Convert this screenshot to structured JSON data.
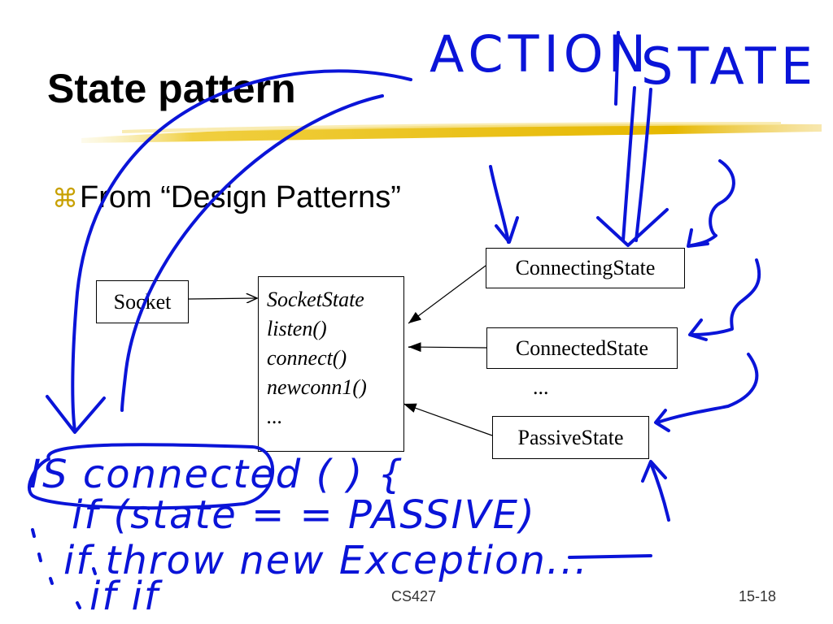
{
  "slide": {
    "title": "State pattern",
    "bullet": {
      "glyph": "⌘",
      "text": "From “Design Patterns”"
    }
  },
  "diagram": {
    "socket": "Socket",
    "socket_state": {
      "name": "SocketState",
      "methods": [
        "listen()",
        "connect()",
        "newconn1()",
        "..."
      ]
    },
    "connecting_state": "ConnectingState",
    "connected_state": "ConnectedState",
    "ellipsis": "...",
    "passive_state": "PassiveState"
  },
  "annotations": {
    "action": "ACTION",
    "state": "STATE",
    "code_line1": "IS connected ( ) {",
    "code_line2": "if (state = = PASSIVE)",
    "code_line3": "if throw new Exception...",
    "code_line4": "if if"
  },
  "footer": {
    "course": "CS427",
    "page": "15-18"
  },
  "colors": {
    "ink": "#0a14d8",
    "underline": "#e0b800",
    "bullet": "#c8a000"
  }
}
